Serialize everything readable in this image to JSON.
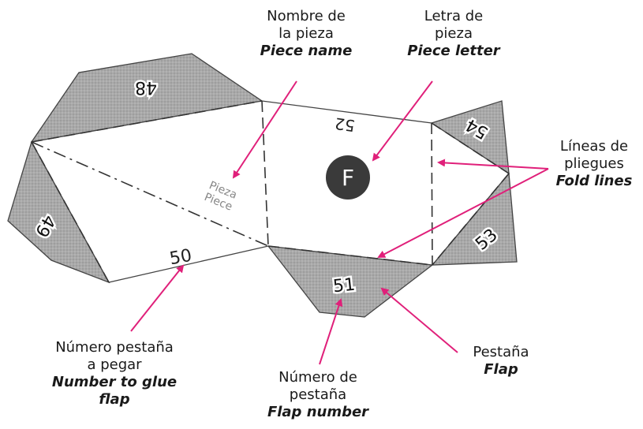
{
  "piece": {
    "letter": "F",
    "piece_number": "52",
    "hint_es": "Pieza",
    "hint_en": "Piece",
    "tab_to_glue": "50"
  },
  "flaps": {
    "f48": "48",
    "f49": "49",
    "f51": "51",
    "f53": "53",
    "f54": "54"
  },
  "annotations": {
    "piece_name": {
      "es_1": "Nombre de",
      "es_2": "la pieza",
      "en": "Piece name"
    },
    "piece_letter": {
      "es_1": "Letra de",
      "es_2": "pieza",
      "en": "Piece letter"
    },
    "fold_lines": {
      "es_1": "Líneas de",
      "es_2": "pliegues",
      "en": "Fold lines"
    },
    "glue_number": {
      "es_1": "Número pestaña",
      "es_2": "a pegar",
      "en_1": "Number to glue",
      "en_2": "flap"
    },
    "flap_number": {
      "es_1": "Número de",
      "es_2": "pestaña",
      "en": "Flap number"
    },
    "flap": {
      "es": "Pestaña",
      "en": "Flap"
    }
  },
  "colors": {
    "flap_fill": "#a6a6a6",
    "outline": "#444444",
    "arrow": "#e0207a",
    "badge": "#3a3a3a"
  }
}
